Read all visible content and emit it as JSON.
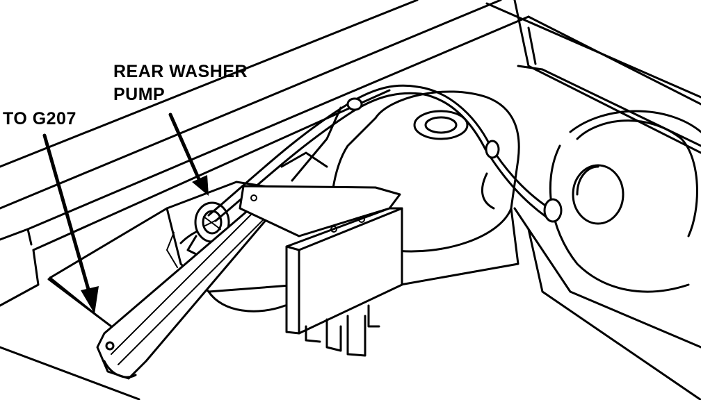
{
  "labels": {
    "rear_washer_pump_line1": "REAR WASHER",
    "rear_washer_pump_line2": "PUMP",
    "to_g207": "TO G207"
  },
  "colors": {
    "ink": "#000000",
    "background": "#ffffff"
  }
}
